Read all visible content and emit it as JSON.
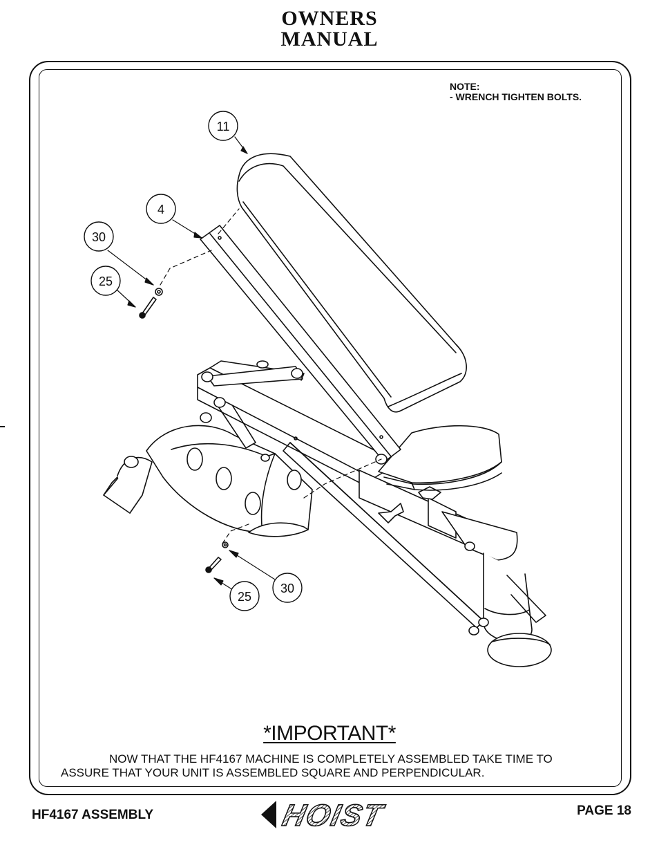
{
  "header": {
    "line1": "OWNERS",
    "line2": "MANUAL"
  },
  "note": {
    "line1": "NOTE:",
    "line2": "- WRENCH TIGHTEN BOLTS."
  },
  "callouts": {
    "c11": "11",
    "c4": "4",
    "c30_top": "30",
    "c25_top": "25",
    "c30_bottom": "30",
    "c25_bottom": "25"
  },
  "important": {
    "heading": "*IMPORTANT*",
    "line1": "NOW THAT THE HF4167 MACHINE IS COMPLETELY ASSEMBLED TAKE TIME TO",
    "line2": "ASSURE THAT YOUR UNIT IS ASSEMBLED SQUARE AND PERPENDICULAR."
  },
  "footer": {
    "left": "HF4167 ASSEMBLY",
    "right": "PAGE 18",
    "logo_text": "HOIST"
  },
  "colors": {
    "ink": "#111111",
    "paper": "#ffffff"
  },
  "icons": {
    "logo": "hoist-logo-icon",
    "diagram": "bench-assembly-diagram"
  }
}
